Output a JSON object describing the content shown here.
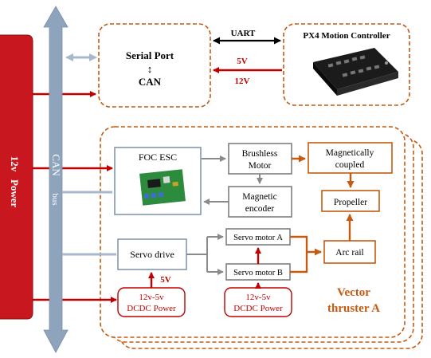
{
  "power": {
    "label": "12v   Power",
    "color": "#c8171e"
  },
  "can": {
    "label_main": "CAN",
    "label_sub": "bus",
    "color": "#8ea4bc"
  },
  "serial": {
    "line1": "Serial Port",
    "arrow": "↕",
    "line2": "CAN"
  },
  "px4": {
    "label": "PX4 Motion Controller"
  },
  "links": {
    "uart": "UART",
    "v5": "5V",
    "v12": "12V",
    "servo_5v": "5V"
  },
  "thruster": {
    "title_line1": "Vector",
    "title_line2": "thruster A",
    "foc": "FOC ESC",
    "brushless_line1": "Brushless",
    "brushless_line2": "Motor",
    "encoder_line1": "Magnetic",
    "encoder_line2": "encoder",
    "coupled_line1": "Magnetically",
    "coupled_line2": "coupled",
    "propeller": "Propeller",
    "servo_drive": "Servo drive",
    "servo_a": "Servo motor A",
    "servo_b": "Servo motor B",
    "arc_rail": "Arc rail",
    "dcdc1_line1": "12v-5v",
    "dcdc1_line2": "DCDC Power",
    "dcdc2_line1": "12v-5v",
    "dcdc2_line2": "DCDC Power"
  },
  "colors": {
    "orange": "#c55a11",
    "gray_box": "#7f7f7f",
    "blue_box": "#8497b0",
    "red": "#c00000",
    "arrow_gray": "#8a8a8a"
  }
}
